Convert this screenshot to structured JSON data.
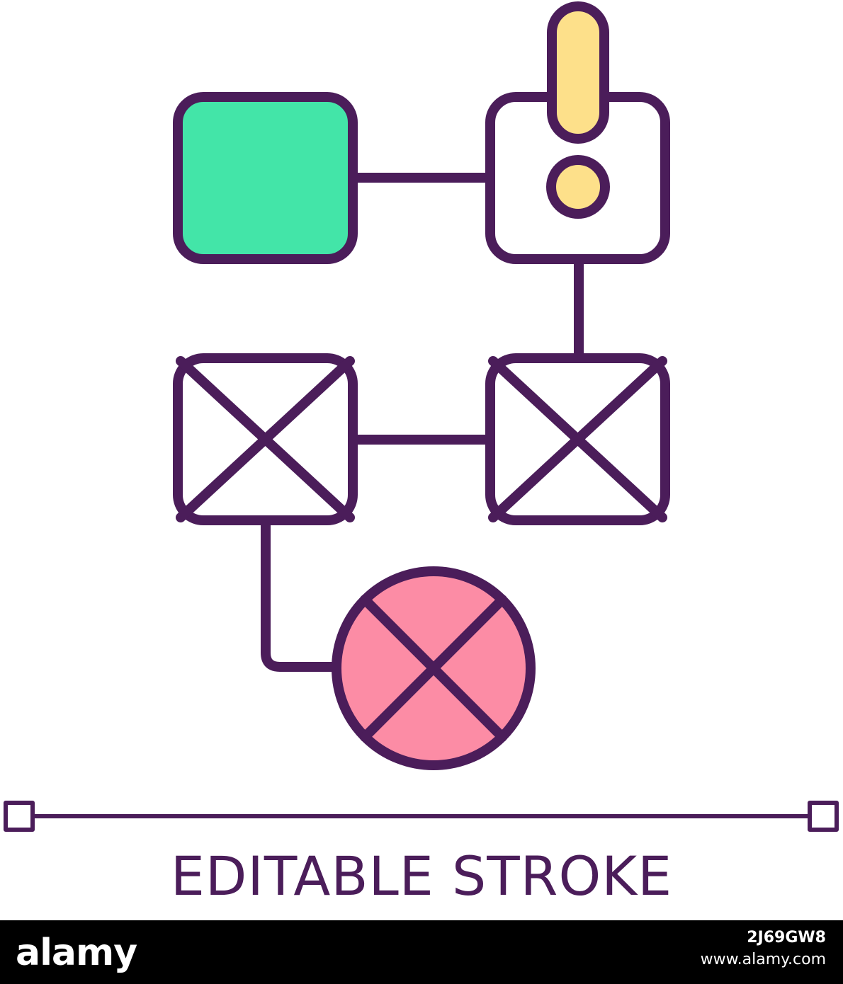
{
  "colors": {
    "stroke": "#4b1d5a",
    "success_fill": "#43e5a8",
    "warning_fill": "#fde08a",
    "error_fill": "#fc8ca5",
    "background": "#ffffff",
    "footer_background": "#000000",
    "footer_text": "#ffffff"
  },
  "diagram": {
    "nodes": [
      {
        "id": "start",
        "kind": "rounded-square",
        "state": "filled-green"
      },
      {
        "id": "warning",
        "kind": "rounded-square",
        "state": "exclamation-mark"
      },
      {
        "id": "failed-left",
        "kind": "rounded-square",
        "state": "crossed"
      },
      {
        "id": "failed-right",
        "kind": "rounded-square",
        "state": "crossed"
      },
      {
        "id": "error",
        "kind": "circle",
        "state": "crossed"
      }
    ],
    "connections": [
      [
        "start",
        "warning"
      ],
      [
        "warning",
        "failed-right"
      ],
      [
        "failed-left",
        "failed-right"
      ],
      [
        "failed-left",
        "error"
      ]
    ]
  },
  "caption": "EDITABLE STROKE",
  "footer": {
    "logo": "alamy",
    "image_id": "2J69GW8",
    "site": "www.alamy.com"
  }
}
